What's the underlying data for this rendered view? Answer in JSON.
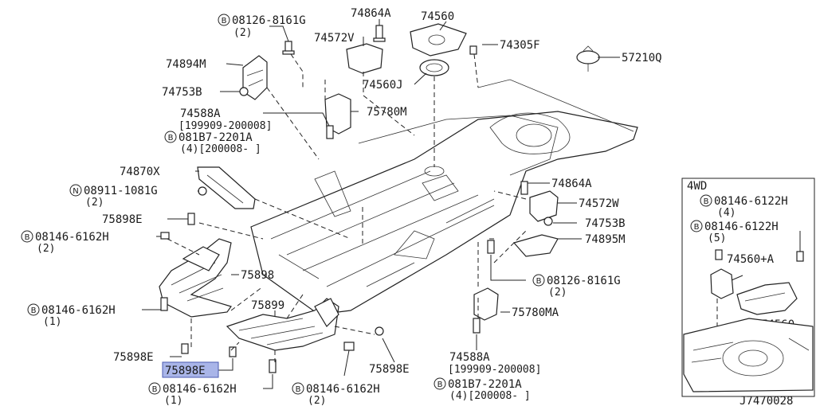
{
  "callouts": {
    "c_08126_8161G_top": {
      "text": "08126-8161G",
      "qty": "(2)"
    },
    "c_74864A_top": {
      "text": "74864A"
    },
    "c_74560": {
      "text": "74560"
    },
    "c_74572V": {
      "text": "74572V"
    },
    "c_74305F": {
      "text": "74305F"
    },
    "c_57210Q": {
      "text": "57210Q"
    },
    "c_74894M": {
      "text": "74894M"
    },
    "c_74753B_left": {
      "text": "74753B"
    },
    "c_74560J": {
      "text": "74560J"
    },
    "c_74588A_top": {
      "text": "74588A",
      "range": "[199909-200008]"
    },
    "c_75780M": {
      "text": "75780M"
    },
    "c_081B7_top": {
      "text": "081B7-2201A",
      "qty": "(4)[200008-     ]"
    },
    "c_74870X": {
      "text": "74870X"
    },
    "c_08911": {
      "text": "08911-1081G",
      "qty": "(2)"
    },
    "c_74864A_right": {
      "text": "74864A"
    },
    "c_74572W": {
      "text": "74572W"
    },
    "c_75898E_left": {
      "text": "75898E"
    },
    "c_74753B_right": {
      "text": "74753B"
    },
    "c_08146_6162H_a": {
      "text": "08146-6162H",
      "qty": "(2)"
    },
    "c_74895M": {
      "text": "74895M"
    },
    "c_75898": {
      "text": "75898"
    },
    "c_08126_8161G_mid": {
      "text": "08126-8161G",
      "qty": "(2)"
    },
    "c_08146_6162H_b": {
      "text": "08146-6162H",
      "qty": "(1)"
    },
    "c_75899": {
      "text": "75899"
    },
    "c_75780MA": {
      "text": "75780MA"
    },
    "c_75898E_bl": {
      "text": "75898E"
    },
    "c_75898E_highlight": {
      "text": "75898E"
    },
    "c_75898E_br": {
      "text": "75898E"
    },
    "c_74588A_bot": {
      "text": "74588A",
      "range": "[199909-200008]"
    },
    "c_08146_6162H_c": {
      "text": "08146-6162H",
      "qty": "(1)"
    },
    "c_08146_6162H_d": {
      "text": "08146-6162H",
      "qty": "(2)"
    },
    "c_081B7_bot": {
      "text": "081B7-2201A",
      "qty": "(4)[200008-     ]"
    }
  },
  "inset": {
    "title": "4WD",
    "c_08146_6122H_a": {
      "text": "08146-6122H",
      "qty": "(4)"
    },
    "c_08146_6122H_b": {
      "text": "08146-6122H",
      "qty": "(5)"
    },
    "c_74560A": {
      "text": "74560+A"
    },
    "c_74560": {
      "text": "74560"
    }
  },
  "markers": {
    "bolt": "B",
    "nut": "N"
  },
  "diagram_id": "J7470028",
  "colors": {
    "line": "#222222",
    "highlight": "#a9b5e8",
    "highlight_border": "#4b5bb0"
  }
}
